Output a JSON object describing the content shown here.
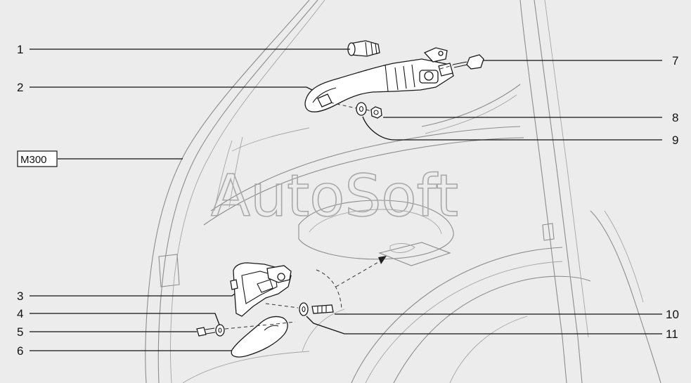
{
  "watermark": "AutoSoft",
  "code_label": "M300",
  "callouts": {
    "c1": "1",
    "c2": "2",
    "c3": "3",
    "c4": "4",
    "c5": "5",
    "c6": "6",
    "c7": "7",
    "c8": "8",
    "c9": "9",
    "c10": "10",
    "c11": "11"
  }
}
